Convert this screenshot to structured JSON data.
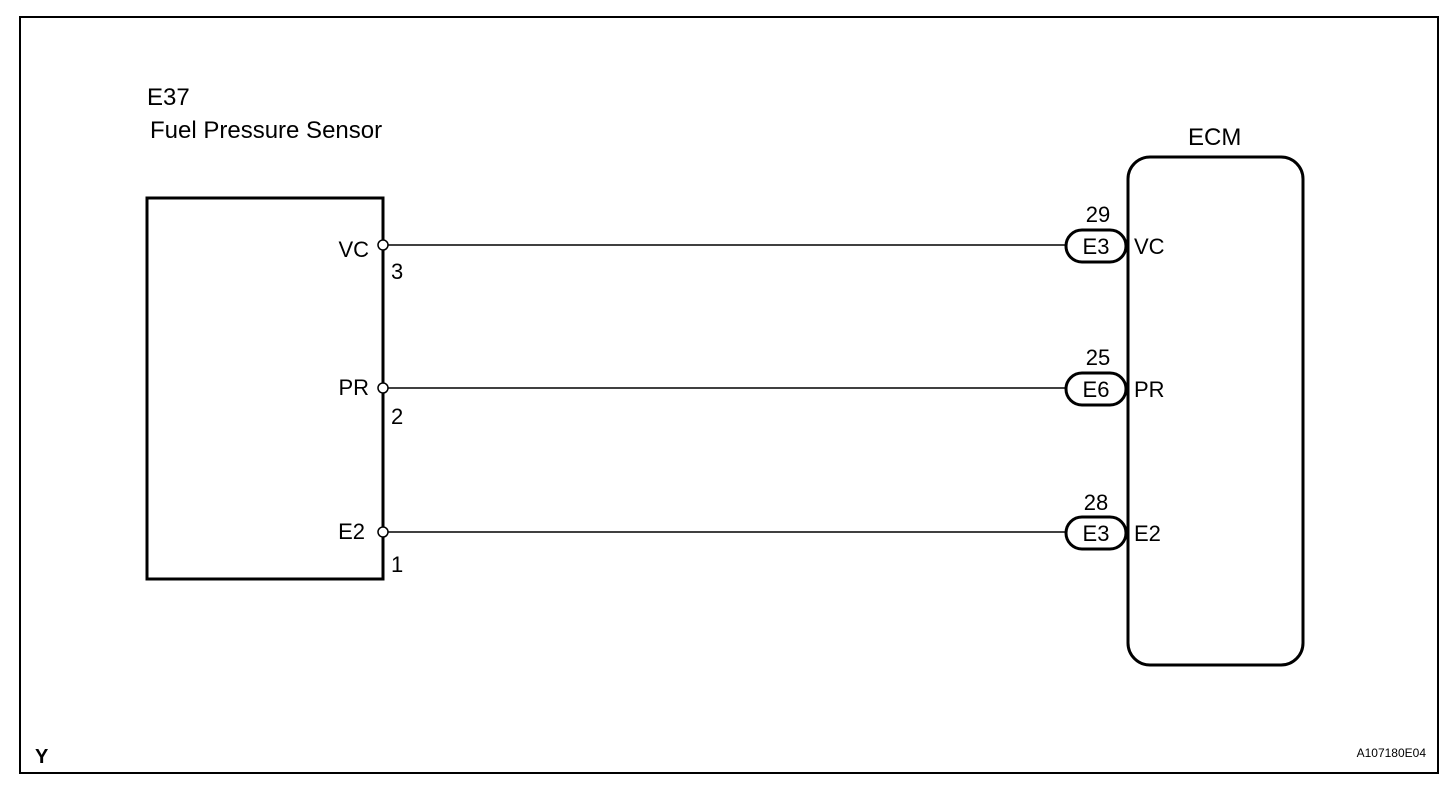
{
  "sensor": {
    "code": "E37",
    "name": "Fuel Pressure Sensor",
    "terminals": [
      {
        "name": "VC",
        "pin": "3"
      },
      {
        "name": "PR",
        "pin": "2"
      },
      {
        "name": "E2",
        "pin": "1"
      }
    ]
  },
  "ecm": {
    "title": "ECM",
    "connectors": [
      {
        "connector": "E3",
        "pin": "29",
        "name": "VC"
      },
      {
        "connector": "E6",
        "pin": "25",
        "name": "PR"
      },
      {
        "connector": "E3",
        "pin": "28",
        "name": "E2"
      }
    ]
  },
  "footer": {
    "left_mark": "Y",
    "figure_id": "A107180E04"
  }
}
